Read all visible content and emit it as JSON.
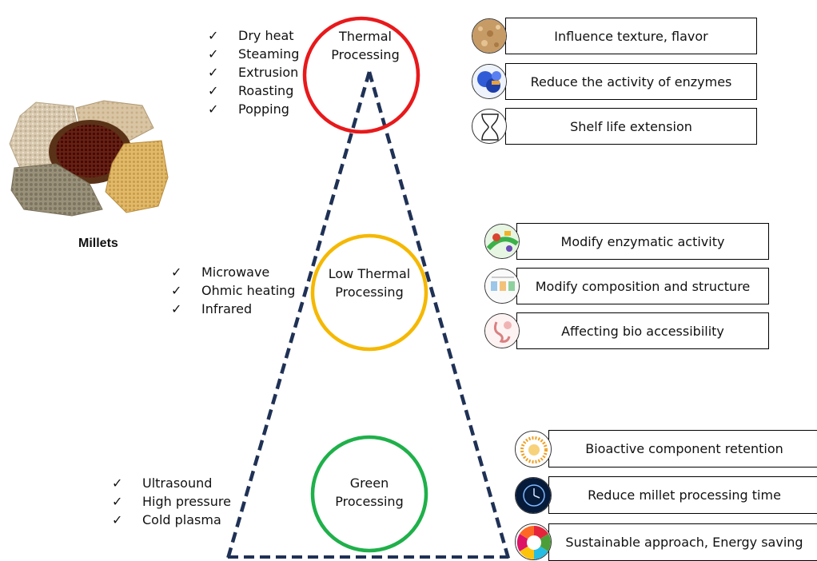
{
  "millets": {
    "label": "Millets"
  },
  "stages": [
    {
      "name": "Thermal Processing",
      "name_lines": [
        "Thermal",
        "Processing"
      ],
      "color": "#e8191b",
      "methods": [
        "Dry heat",
        "Steaming",
        "Extrusion",
        "Roasting",
        "Popping"
      ],
      "effects": [
        {
          "icon": "bread-crumb-texture-icon",
          "text": "Influence texture, flavor"
        },
        {
          "icon": "enzyme-molecule-icon",
          "text": "Reduce the activity of enzymes"
        },
        {
          "icon": "hourglass-icon",
          "text": "Shelf life extension"
        }
      ]
    },
    {
      "name": "Low Thermal Processing",
      "name_lines": [
        "Low Thermal",
        "Processing"
      ],
      "color": "#f5b800",
      "methods": [
        "Microwave",
        "Ohmic heating",
        "Infrared"
      ],
      "effects": [
        {
          "icon": "enzyme-cell-icon",
          "text": "Modify enzymatic activity"
        },
        {
          "icon": "composition-diagram-icon",
          "text": "Modify composition and structure"
        },
        {
          "icon": "digestive-system-icon",
          "text": "Affecting bio accessibility"
        }
      ]
    },
    {
      "name": "Green Processing",
      "name_lines": [
        "Green",
        "Processing"
      ],
      "color": "#1fb04a",
      "methods": [
        "Ultrasound",
        "High pressure",
        "Cold plasma"
      ],
      "effects": [
        {
          "icon": "bioactive-nanoparticle-icon",
          "text": "Bioactive component retention"
        },
        {
          "icon": "brain-clock-icon",
          "text": "Reduce millet processing time"
        },
        {
          "icon": "sustainable-goals-wheel-icon",
          "text": "Sustainable approach, Energy saving"
        }
      ]
    }
  ],
  "check_symbol": "✓",
  "triangle_color": "#1f3155"
}
